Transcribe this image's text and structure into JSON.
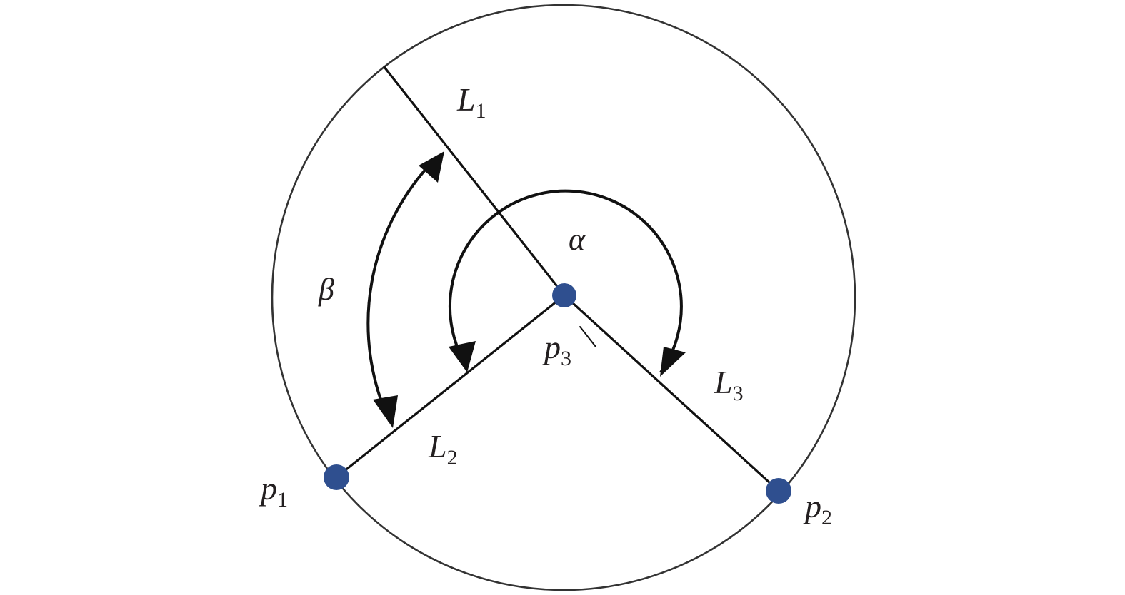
{
  "labels": {
    "L1": {
      "base": "L",
      "sub": "1"
    },
    "L2": {
      "base": "L",
      "sub": "2"
    },
    "L3": {
      "base": "L",
      "sub": "3"
    },
    "p1": {
      "base": "p",
      "sub": "1"
    },
    "p2": {
      "base": "p",
      "sub": "2"
    },
    "p3": {
      "base": "p",
      "sub": "3"
    },
    "alpha": "α",
    "beta": "β"
  },
  "colors": {
    "line": "#111111",
    "circle": "#333333",
    "point": "#2f4f8f",
    "text": "#231f20"
  }
}
